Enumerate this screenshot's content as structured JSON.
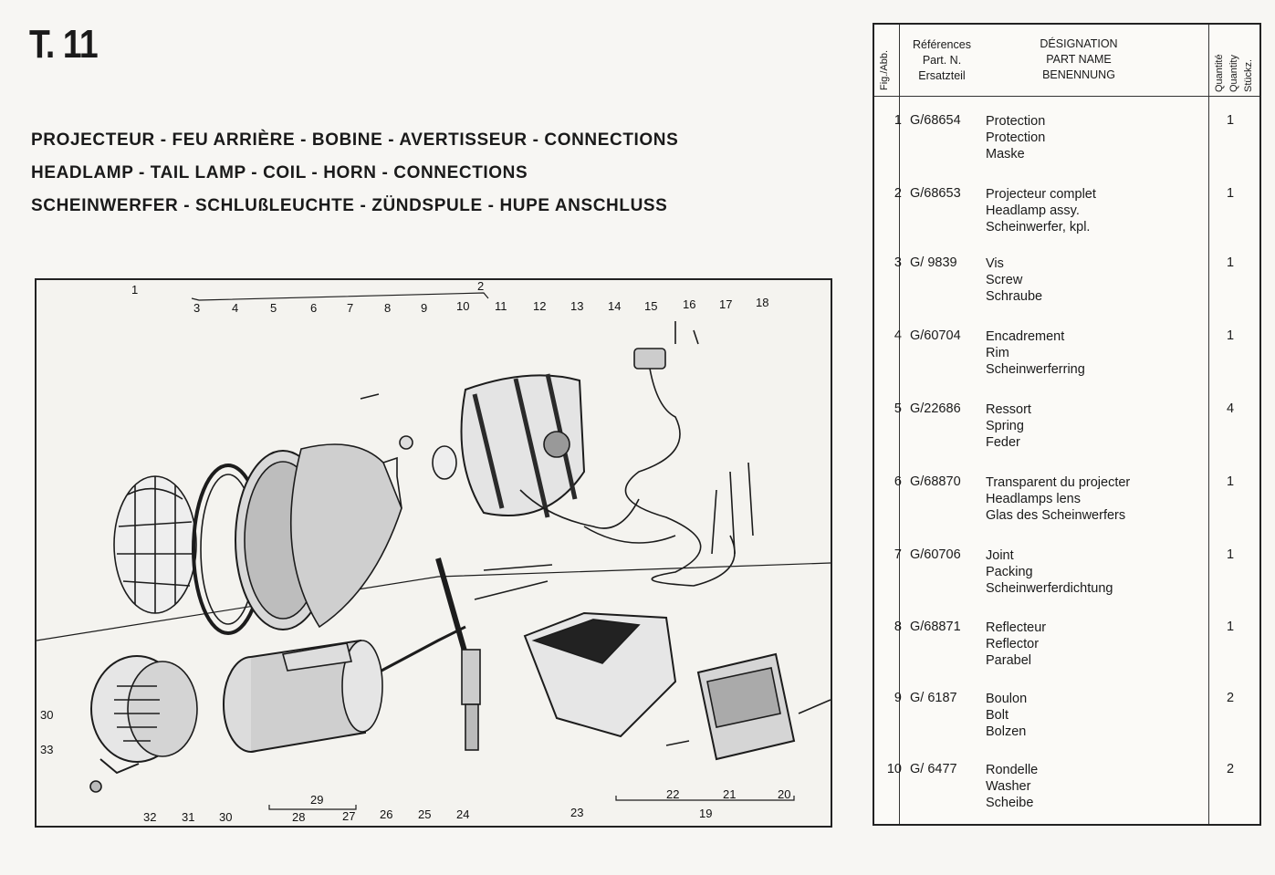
{
  "page": {
    "number": "T. 11"
  },
  "title_lines": [
    "PROJECTEUR - FEU ARRIÈRE - BOBINE - AVERTISSEUR - CONNECTIONS",
    "HEADLAMP - TAIL LAMP - COIL - HORN - CONNECTIONS",
    "SCHEINWERFER - SCHLUßLEUCHTE - ZÜNDSPULE - HUPE ANSCHLUSS"
  ],
  "diagram": {
    "callouts": [
      "1",
      "2",
      "3",
      "4",
      "5",
      "6",
      "7",
      "8",
      "9",
      "10",
      "11",
      "12",
      "13",
      "14",
      "15",
      "16",
      "17",
      "18",
      "19",
      "20",
      "21",
      "22",
      "23",
      "24",
      "25",
      "26",
      "27",
      "28",
      "29",
      "30",
      "31",
      "32",
      "33"
    ]
  },
  "table": {
    "headers": {
      "fig": "Fig./Abb.",
      "ref": [
        "Références",
        "Part. N.",
        "Ersatzteil"
      ],
      "designation": [
        "DÉSIGNATION",
        "PART NAME",
        "BENENNUNG"
      ],
      "qty": [
        "Quantité",
        "Quantity",
        "Stückz."
      ]
    },
    "rows": [
      {
        "fig": "1",
        "ref": "G/68654",
        "names": [
          "Protection",
          "Protection",
          "Maske"
        ],
        "qty": "1"
      },
      {
        "fig": "2",
        "ref": "G/68653",
        "names": [
          "Projecteur complet",
          "Headlamp assy.",
          "Scheinwerfer, kpl."
        ],
        "qty": "1"
      },
      {
        "fig": "3",
        "ref": "G/  9839",
        "names": [
          "Vis",
          "Screw",
          "Schraube"
        ],
        "qty": "1"
      },
      {
        "fig": "4",
        "ref": "G/60704",
        "names": [
          "Encadrement",
          "Rim",
          "Scheinwerferring"
        ],
        "qty": "1"
      },
      {
        "fig": "5",
        "ref": "G/22686",
        "names": [
          "Ressort",
          "Spring",
          "Feder"
        ],
        "qty": "4"
      },
      {
        "fig": "6",
        "ref": "G/68870",
        "names": [
          "Transparent du projecter",
          "Headlamps lens",
          "Glas des Scheinwerfers"
        ],
        "qty": "1"
      },
      {
        "fig": "7",
        "ref": "G/60706",
        "names": [
          "Joint",
          "Packing",
          "Scheinwerferdichtung"
        ],
        "qty": "1"
      },
      {
        "fig": "8",
        "ref": "G/68871",
        "names": [
          "Reflecteur",
          "Reflector",
          "Parabel"
        ],
        "qty": "1"
      },
      {
        "fig": "9",
        "ref": "G/  6187",
        "names": [
          "Boulon",
          "Bolt",
          "Bolzen"
        ],
        "qty": "2"
      },
      {
        "fig": "10",
        "ref": "G/  6477",
        "names": [
          "Rondelle",
          "Washer",
          "Scheibe"
        ],
        "qty": "2"
      }
    ]
  }
}
